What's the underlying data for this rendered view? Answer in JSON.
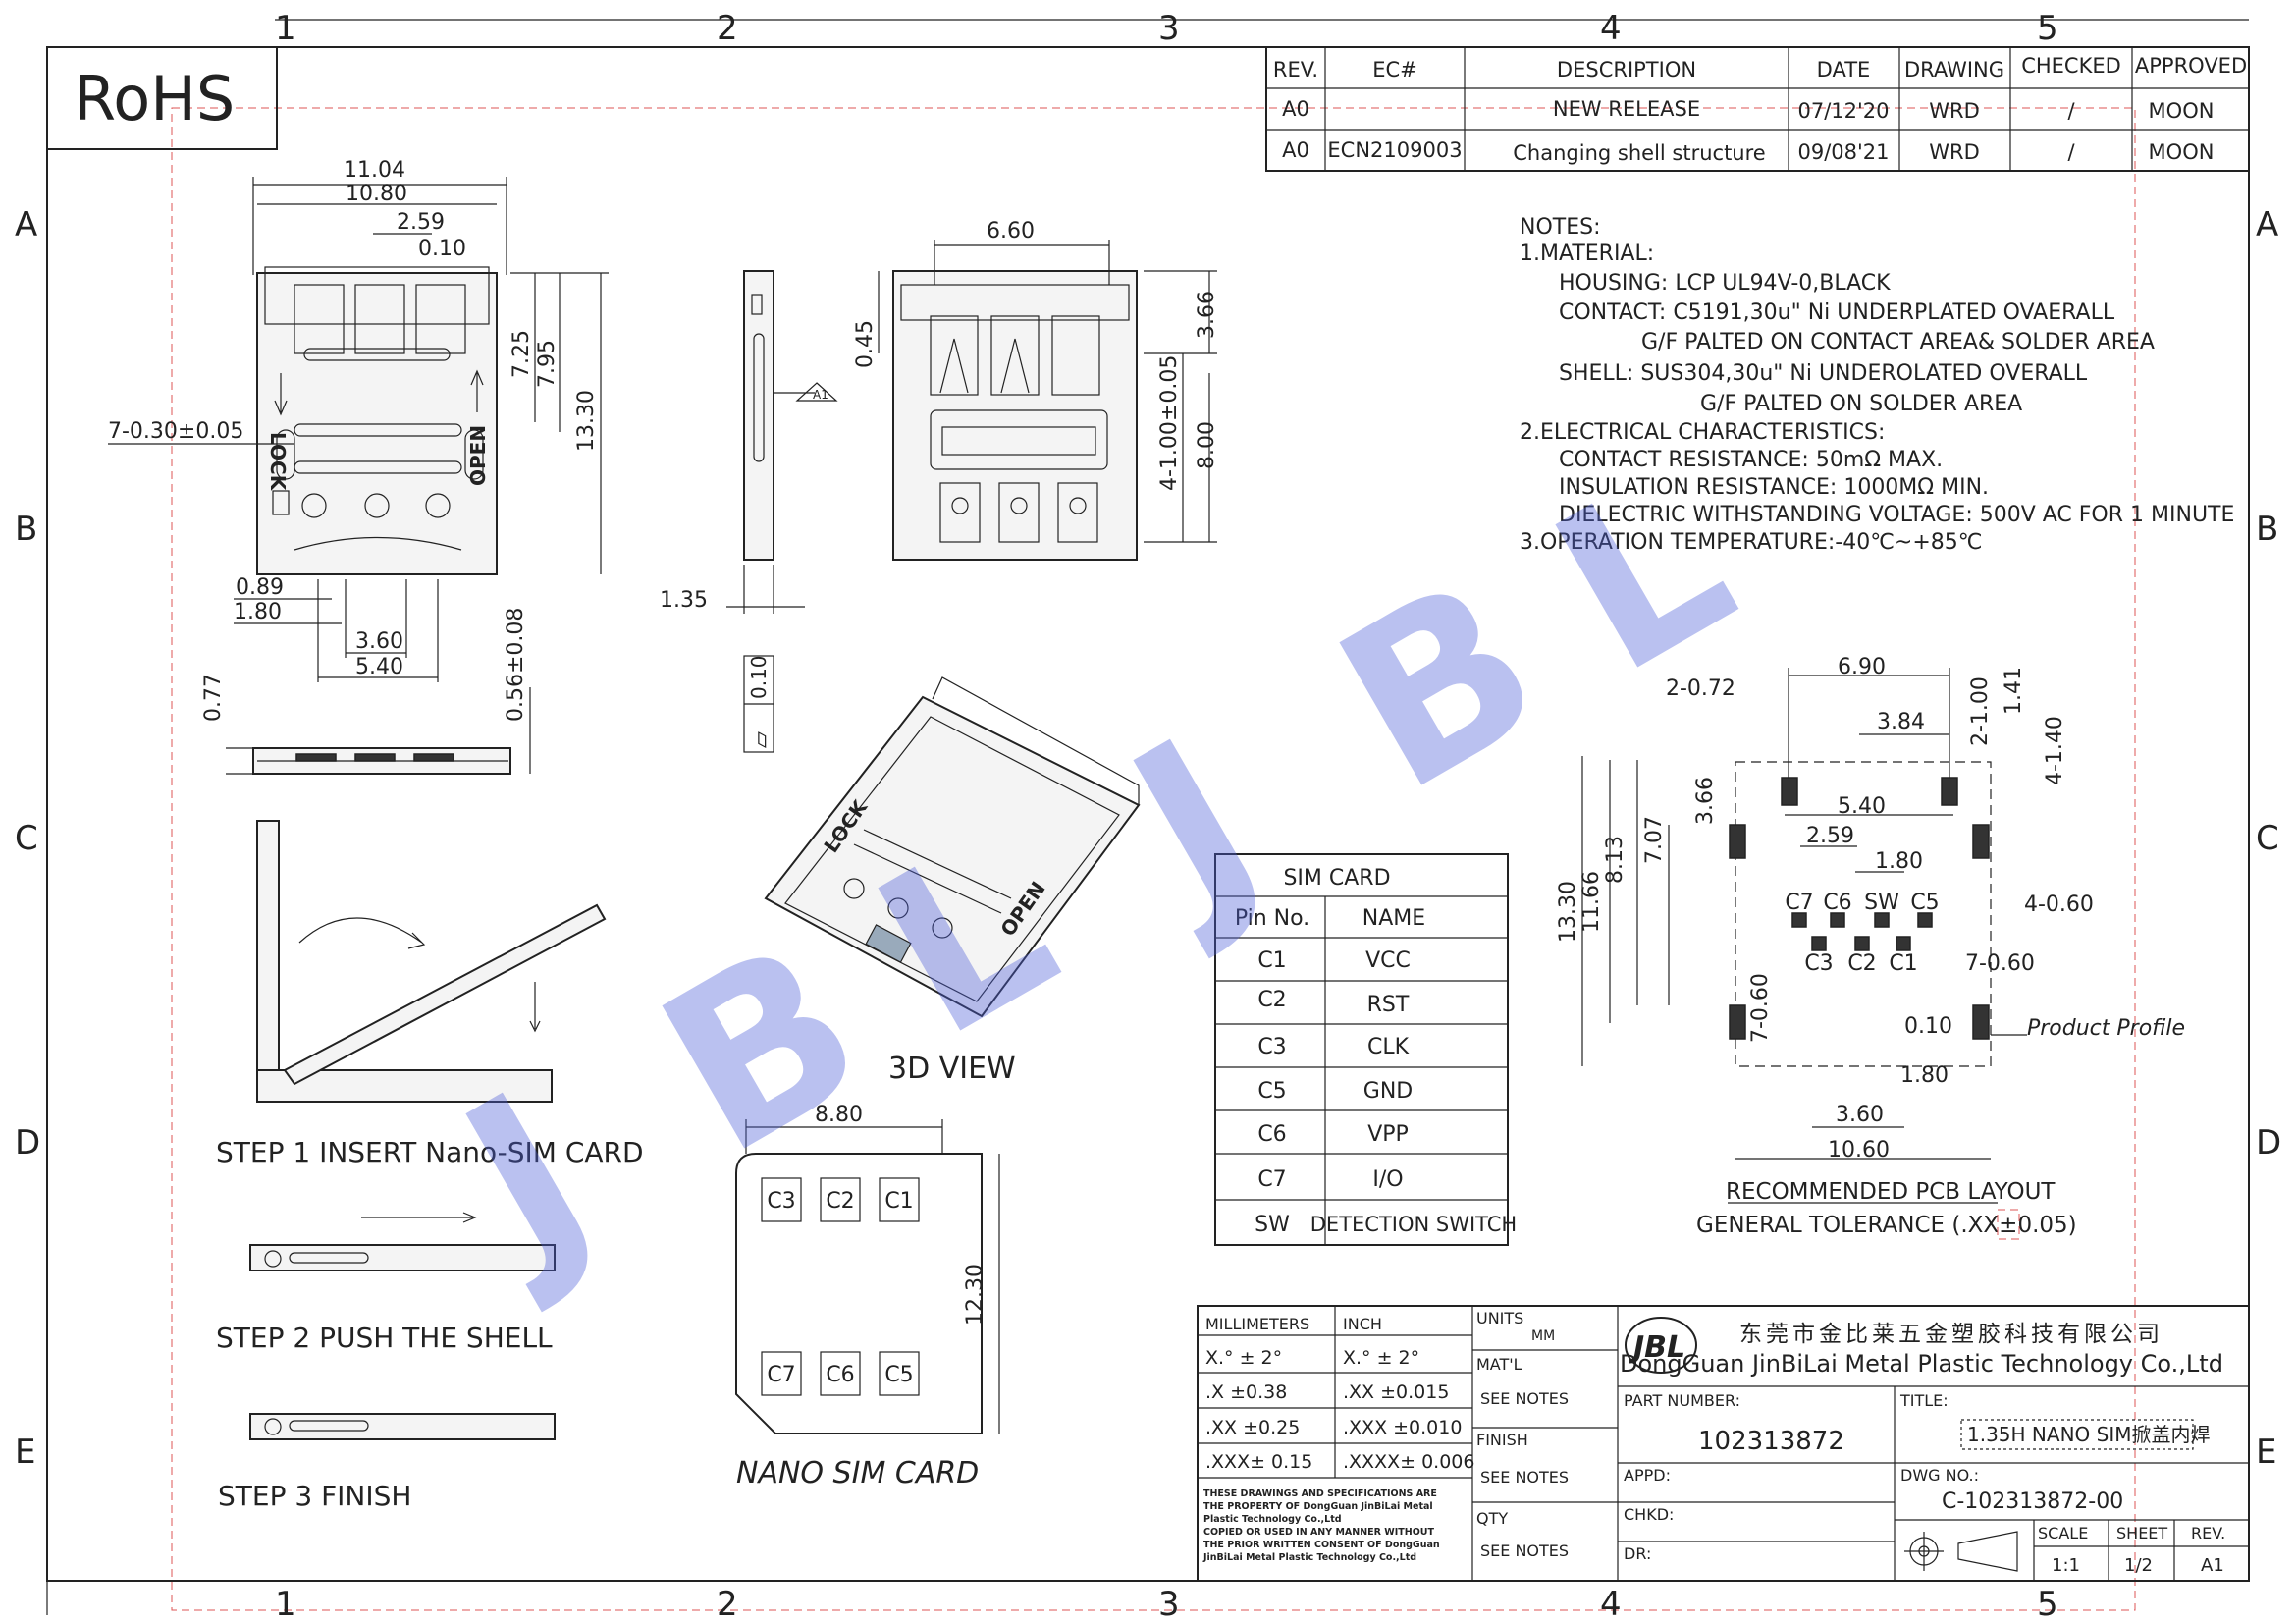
{
  "logo_text": "RoHS",
  "grid": {
    "columns": [
      "1",
      "2",
      "3",
      "4",
      "5"
    ],
    "rows": [
      "A",
      "B",
      "C",
      "D",
      "E"
    ]
  },
  "revision_table": {
    "headers": [
      "REV.",
      "EC#",
      "DESCRIPTION",
      "DATE",
      "DRAWING",
      "CHECKED",
      "APPROVED"
    ],
    "rows": [
      [
        "A0",
        "",
        "NEW RELEASE",
        "07/12'20",
        "WRD",
        "/",
        "MOON"
      ],
      [
        "A0",
        "ECN2109003",
        "Changing shell structure",
        "09/08'21",
        "WRD",
        "/",
        "MOON"
      ]
    ]
  },
  "notes": [
    "NOTES:",
    "1.MATERIAL:",
    "HOUSING: LCP UL94V-0,BLACK",
    "CONTACT: C5191,30u\" Ni UNDERPLATED OVAERALL",
    "G/F PALTED ON CONTACT AREA& SOLDER AREA",
    "SHELL: SUS304,30u\" Ni UNDEROLATED OVERALL",
    "G/F PALTED ON SOLDER AREA",
    "2.ELECTRICAL CHARACTERISTICS:",
    "CONTACT RESISTANCE: 50mΩ MAX.",
    "INSULATION RESISTANCE: 1000MΩ MIN.",
    "DIELECTRIC WITHSTANDING VOLTAGE: 500V AC FOR 1 MINUTE",
    "3.OPERATION TEMPERATURE:-40℃~+85℃"
  ],
  "top_view_dims": [
    "11.04",
    "10.80",
    "2.59",
    "0.10",
    "7.25",
    "7.95",
    "13.30",
    "7-0.30±0.05",
    "0.89",
    "1.80",
    "3.60",
    "5.40"
  ],
  "top_view_labels": {
    "lock": "LOCK",
    "open": "OPEN"
  },
  "side_view_dims": [
    "0.77",
    "0.56±0.08"
  ],
  "side_dims": [
    "1.35",
    "0.10"
  ],
  "side_flatness": "▱",
  "side_datum": "A1",
  "bottom_view_dims": [
    "6.60",
    "0.45",
    "3.66",
    "4-1.00±0.05",
    "8.00"
  ],
  "view_3d": {
    "label": "3D VIEW",
    "lock": "LOCK",
    "open": "OPEN"
  },
  "steps": [
    "STEP 1 INSERT Nano-SIM CARD",
    "STEP 2 PUSH THE SHELL",
    "STEP 3 FINISH"
  ],
  "sim_table": {
    "title": "SIM CARD",
    "headers": [
      "Pin No.",
      "NAME"
    ],
    "rows": [
      [
        "C1",
        "VCC"
      ],
      [
        "C2",
        "RST"
      ],
      [
        "C3",
        "CLK"
      ],
      [
        "C5",
        "GND"
      ],
      [
        "C6",
        "VPP"
      ],
      [
        "C7",
        "I/O"
      ],
      [
        "SW",
        "DETECTION SWITCH"
      ]
    ]
  },
  "nano_sim": {
    "label": "NANO SIM CARD",
    "width": "8.80",
    "height": "12.30",
    "pads_top": [
      "C3",
      "C2",
      "C1"
    ],
    "pads_bottom": [
      "C7",
      "C6",
      "C5"
    ]
  },
  "pcb_layout": {
    "title": "RECOMMENDED PCB LAYOUT",
    "tolerance": "GENERAL TOLERANCE (.XX±0.05)",
    "dims": [
      "6.90",
      "2-0.72",
      "3.84",
      "2-1.00",
      "1.41",
      "4-1.40",
      "5.40",
      "3.66",
      "2.59",
      "1.80",
      "4-0.60",
      "8.13",
      "7.07",
      "13.30",
      "11.66",
      "7-0.60",
      "7-0.60",
      "0.10",
      "1.80",
      "3.60",
      "10.60"
    ],
    "pads_top": [
      "C7",
      "C6",
      "SW",
      "C5"
    ],
    "pads_bottom": [
      "C3",
      "C2",
      "C1"
    ],
    "profile": "Product Profile"
  },
  "watermark": [
    "J",
    "B",
    "L",
    "J",
    "B",
    "L"
  ],
  "title_block": {
    "tolerance_headers": [
      "MILLIMETERS",
      "INCH"
    ],
    "tolerance_rows": [
      [
        "X.° ± 2°",
        "X.° ± 2°"
      ],
      [
        ".X ±0.38",
        ".XX ±0.015"
      ],
      [
        ".XX ±0.25",
        ".XXX ±0.010"
      ],
      [
        ".XXX± 0.15",
        ".XXXX± 0.006"
      ]
    ],
    "copyright": [
      "THESE DRAWINGS AND SPECIFICATIONS ARE",
      "THE PROPERTY OF DongGuan JinBiLai Metal",
      "Plastic Technology Co.,Ltd",
      "COPIED OR USED IN ANY MANNER WITHOUT",
      "THE PRIOR WRITTEN CONSENT OF DongGuan",
      "JinBiLai Metal Plastic Technology Co.,Ltd"
    ],
    "units_label": "UNITS",
    "units": "MM",
    "matl_label": "MAT'L",
    "matl": "SEE NOTES",
    "finish_label": "FINISH",
    "finish": "SEE NOTES",
    "qty_label": "QTY",
    "qty": "SEE NOTES",
    "logo": "JBL",
    "company_cn": "东莞市金比莱五金塑胶科技有限公司",
    "company_en": "DongGuan JinBiLai Metal Plastic Technology Co.,Ltd",
    "part_number_label": "PART NUMBER:",
    "part_number": "102313872",
    "title_label": "TITLE:",
    "title": "1.35H NANO SIM掀盖内焊",
    "appd_label": "APPD:",
    "chkd_label": "CHKD:",
    "dr_label": "DR:",
    "dwg_no_label": "DWG NO.:",
    "dwg_no": "C-102313872-00",
    "scale_label": "SCALE",
    "scale": "1:1",
    "sheet_label": "SHEET",
    "sheet": "1/2",
    "rev_label": "REV.",
    "rev": "A1"
  }
}
